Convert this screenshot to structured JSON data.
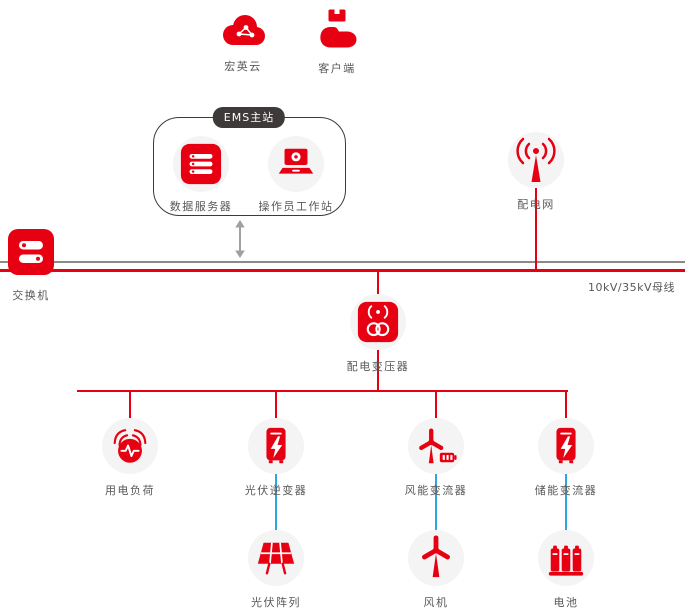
{
  "colors": {
    "accent_red": "#e60012",
    "line_gray": "#8a8a8a",
    "arrow_gray": "#9fa0a0",
    "dc_link_blue": "#2ea7e0",
    "node_circle_bg": "#f4f4f4",
    "label_text": "#595757",
    "ems_outline": "#3e3a39"
  },
  "nodes": {
    "cloud": {
      "label": "宏英云",
      "icon": "cloud-icon"
    },
    "client": {
      "label": "客户端",
      "icon": "hand-parcel-icon"
    },
    "ems": {
      "label": "EMS主站"
    },
    "data_server": {
      "label": "数据服务器",
      "icon": "server-icon"
    },
    "operator_workstation": {
      "label": "操作员工作站",
      "icon": "laptop-gear-icon"
    },
    "distribution_grid": {
      "label": "配电网",
      "icon": "antenna-waves-icon"
    },
    "switch": {
      "label": "交换机",
      "icon": "network-switch-icon"
    },
    "busbar": {
      "label": "10kV/35kV母线"
    },
    "transformer": {
      "label": "配电变压器",
      "icon": "transformer-icon"
    },
    "load": {
      "label": "用电负荷",
      "icon": "load-wave-icon"
    },
    "pv_inverter": {
      "label": "光伏逆变器",
      "icon": "inverter-bolt-icon"
    },
    "wind_converter": {
      "label": "风能变流器",
      "icon": "wind-converter-icon"
    },
    "storage_converter": {
      "label": "储能变流器",
      "icon": "storage-inverter-icon"
    },
    "pv_array": {
      "label": "光伏阵列",
      "icon": "solar-panel-icon"
    },
    "wind_turbine": {
      "label": "风机",
      "icon": "wind-turbine-icon"
    },
    "battery": {
      "label": "电池",
      "icon": "battery-icon"
    }
  }
}
